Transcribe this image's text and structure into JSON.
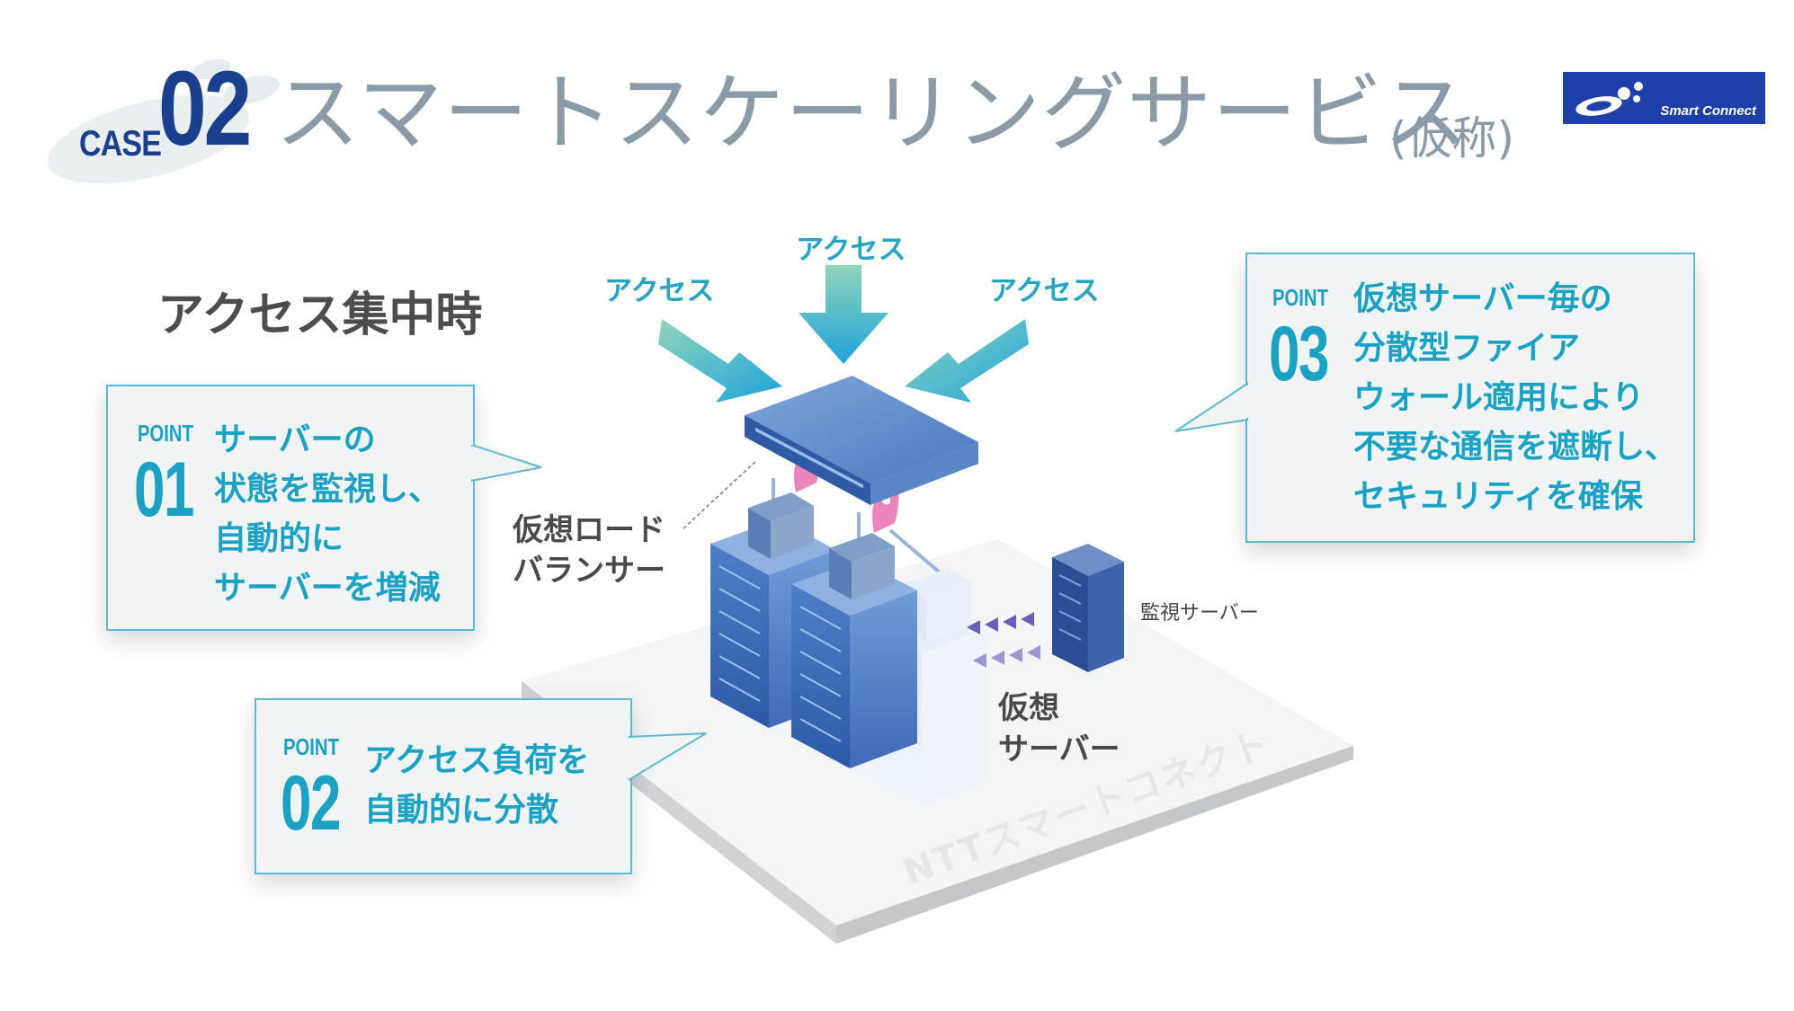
{
  "header": {
    "case_label": "CASE",
    "case_number": "02",
    "title": "スマートスケーリングサービス",
    "title_suffix": "(仮称)"
  },
  "logo": {
    "text": "Smart Connect"
  },
  "scene_title": "アクセス集中時",
  "access_labels": [
    "アクセス",
    "アクセス",
    "アクセス"
  ],
  "points": [
    {
      "head": "POINT",
      "number": "01",
      "lines": [
        "サーバーの",
        "状態を監視し、",
        "自動的に",
        "サーバーを増減"
      ]
    },
    {
      "head": "POINT",
      "number": "02",
      "lines": [
        "アクセス負荷を",
        "自動的に分散"
      ]
    },
    {
      "head": "POINT",
      "number": "03",
      "lines": [
        "仮想サーバー毎の",
        "分散型ファイア",
        "ウォール適用により",
        "不要な通信を遮断し、",
        "セキュリティを確保"
      ]
    }
  ],
  "diagram": {
    "load_balancer_lines": [
      "仮想ロード",
      "バランサー"
    ],
    "virtual_server_lines": [
      "仮想",
      "サーバー"
    ],
    "monitor_server": "監視サーバー",
    "platform_text": "NTTスマートコネクト"
  },
  "colors": {
    "brand_blue": "#1a3f8f",
    "accent_cyan": "#1aa1c3",
    "title_gray": "#8a9aa6",
    "logo_blue": "#1e40a8"
  }
}
